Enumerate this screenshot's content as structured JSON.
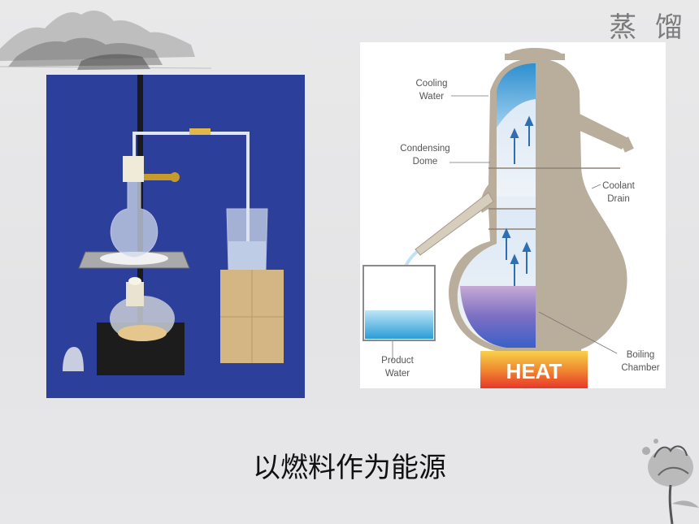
{
  "slide": {
    "title": "蒸 馏",
    "caption": "以燃料作为能源"
  },
  "diagram": {
    "labels": {
      "cooling_water_1": "Cooling",
      "cooling_water_2": "Water",
      "condensing_dome_1": "Condensing",
      "condensing_dome_2": "Dome",
      "coolant_drain_1": "Coolant",
      "coolant_drain_2": "Drain",
      "product_water_1": "Product",
      "product_water_2": "Water",
      "boiling_chamber_1": "Boiling",
      "boiling_chamber_2": "Chamber",
      "heat": "HEAT"
    }
  },
  "colors": {
    "photo_background": "#2c3f9a",
    "still_body": "#b9ad9c",
    "heat_gradient_top": "#f7d24a",
    "heat_gradient_bottom": "#e8372a"
  }
}
